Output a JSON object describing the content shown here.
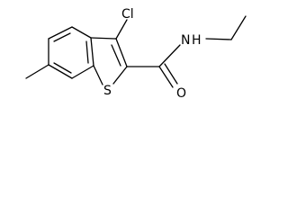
{
  "molecule": {
    "atoms": {
      "chlorine": "Cl",
      "sulfur": "S",
      "amide_nitrogen": "N",
      "amide_hydrogen": "H",
      "carbonyl_oxygen": "O"
    }
  }
}
